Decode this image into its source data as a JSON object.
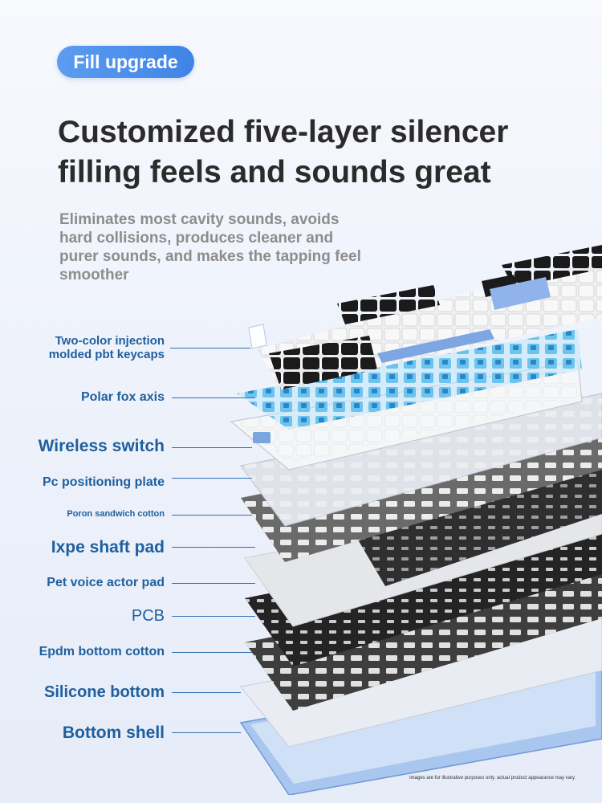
{
  "badge": {
    "text": "Fill upgrade",
    "color": "#4a8ee8"
  },
  "headline": {
    "line1": "Customized five-layer silencer",
    "line2": "filling feels and sounds great"
  },
  "subtitle": {
    "line1": "Eliminates most cavity sounds, avoids",
    "line2": "hard collisions, produces cleaner and",
    "line3": "purer sounds, and makes the tapping feel",
    "line4": "smoother"
  },
  "layers": {
    "keycaps": {
      "line1": "Two-color injection",
      "line2": "molded pbt keycaps"
    },
    "axis": "Polar fox axis",
    "wireless_switch": "Wireless switch",
    "pc_plate": "Pc positioning plate",
    "poron": "Poron sandwich cotton",
    "ixpe": "Ixpe shaft pad",
    "pet": "Pet voice actor pad",
    "pcb": "PCB",
    "epdm": "Epdm bottom cotton",
    "silicone": "Silicone bottom",
    "shell": "Bottom shell"
  },
  "footnote": "Images are for illustrative purposes only. actual product appearance may vary",
  "colors": {
    "label": "#1f5f9e",
    "headline": "#2b2b2b",
    "subtitle": "#8d8d8d",
    "shell": "#8fb3e6",
    "switch": "#4eb6e8"
  }
}
